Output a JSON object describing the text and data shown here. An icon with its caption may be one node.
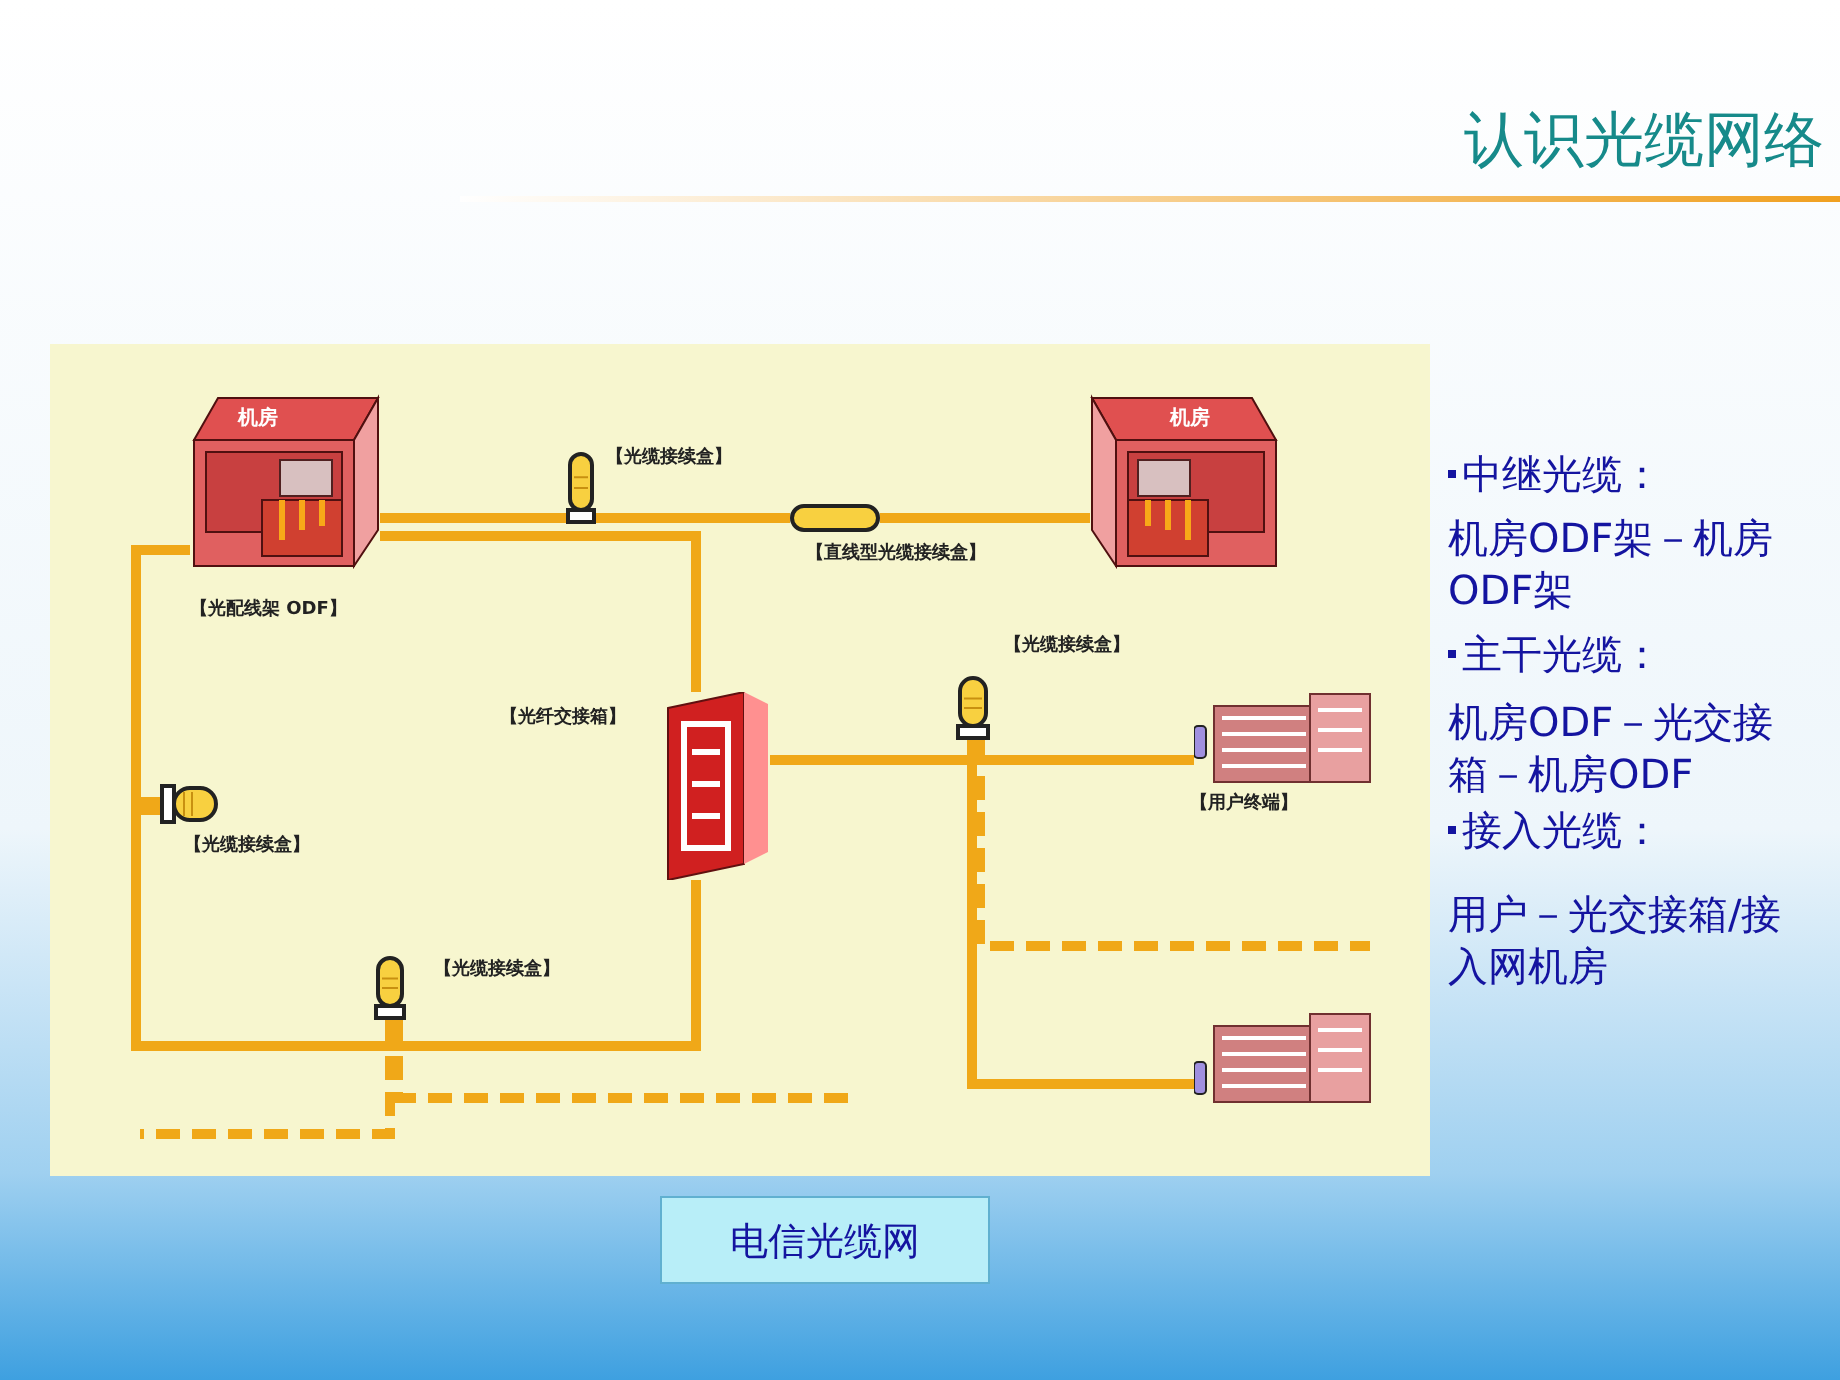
{
  "diagram": {
    "title": "认识光缆网络",
    "caption": "电信光缆网",
    "nodes": [
      {
        "text": [
          "机房"
        ],
        "beside": [
          "【光配线架 ODF】"
        ]
      },
      {
        "text": [],
        "shape": "cylinder",
        "beside": [
          "【光缆接续盒】"
        ]
      },
      {
        "text": [],
        "shape": "cylinder",
        "beside": [
          "【直线型光缆接续盒】"
        ]
      },
      {
        "text": [
          "机房"
        ]
      },
      {
        "text": [],
        "shape": "picture",
        "beside": [
          "【光纤交接箱】"
        ]
      },
      {
        "text": [],
        "shape": "cylinder",
        "beside": [
          "【光缆接续盒】"
        ]
      },
      {
        "text": [],
        "shape": "cylinder",
        "beside": [
          "【光缆接续盒】"
        ]
      },
      {
        "text": [],
        "shape": "cylinder",
        "beside": [
          "【光缆接续盒】"
        ]
      },
      {
        "text": [],
        "shape": "picture",
        "beside": [
          "【用户终端】"
        ]
      },
      {
        "text": [],
        "shape": "picture"
      }
    ],
    "edges": [
      {
        "from": 0,
        "to": 1,
        "arrow": "none"
      },
      {
        "from": 1,
        "to": 2,
        "arrow": "none"
      },
      {
        "from": 2,
        "to": 3,
        "arrow": "none"
      },
      {
        "from": 0,
        "to": 4,
        "arrow": "none"
      },
      {
        "from": 0,
        "to": 5,
        "arrow": "none"
      },
      {
        "from": 5,
        "to": 6,
        "arrow": "none"
      },
      {
        "from": 4,
        "to": 6,
        "arrow": "none"
      },
      {
        "from": 4,
        "to": 7,
        "arrow": "none"
      },
      {
        "from": 7,
        "to": 8,
        "arrow": "none"
      },
      {
        "from": 7,
        "to": 9,
        "arrow": "none"
      },
      {
        "from": 7,
        "to": null,
        "arrow": "none",
        "style": "dashed"
      },
      {
        "from": 6,
        "to": null,
        "arrow": "none",
        "style": "dashed"
      },
      {
        "from": 6,
        "to": null,
        "arrow": "none",
        "style": "dashed"
      }
    ],
    "labels": [
      "中继光缆：",
      "机房ODF架－机房ODF架",
      "主干光缆：",
      "机房ODF－光交接箱－机房ODF",
      "接入光缆：",
      "用户－光交接箱/接入网机房"
    ]
  }
}
